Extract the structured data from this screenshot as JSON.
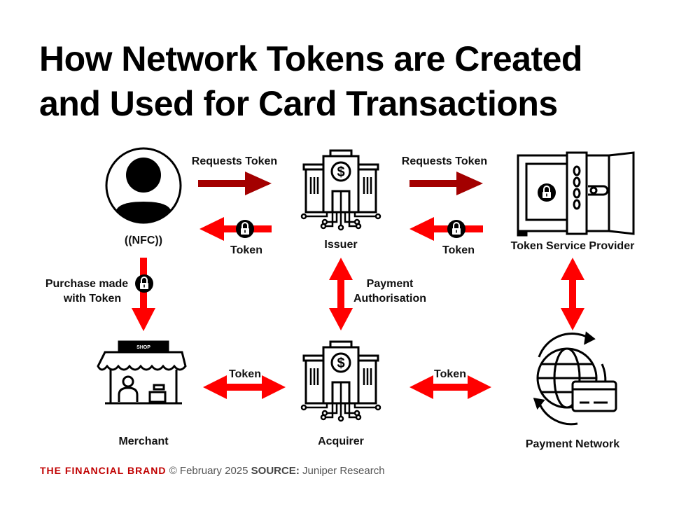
{
  "title": {
    "line1": "How Network Tokens are Created",
    "line2": "and Used for Card Transactions"
  },
  "nodes": {
    "customer_nfc": "((NFC))",
    "issuer": "Issuer",
    "tsp": "Token Service Provider",
    "merchant": "Merchant",
    "merchant_sign": "SHOP",
    "acquirer": "Acquirer",
    "network": "Payment Network"
  },
  "edges": {
    "req1": "Requests Token",
    "req2": "Requests Token",
    "tok1": "Token",
    "tok2": "Token",
    "purchase1": "Purchase made",
    "purchase2": "with Token",
    "auth1": "Payment",
    "auth2": "Authorisation",
    "tok3": "Token",
    "tok4": "Token"
  },
  "colors": {
    "dark_red": "#a30000",
    "red": "#ff0000"
  },
  "footer": {
    "brand": "THE FINANCIAL BRAND",
    "date": "© February 2025",
    "source_label": "SOURCE:",
    "source": "Juniper Research"
  }
}
